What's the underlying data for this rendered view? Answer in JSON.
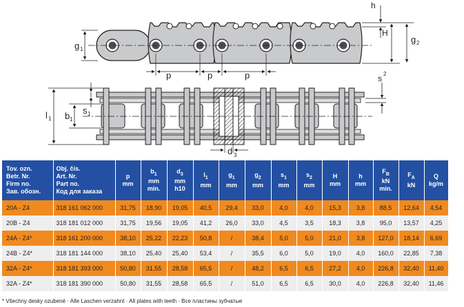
{
  "colors": {
    "header_bg": "#2350a3",
    "orange_row": "#f08a1f",
    "grey_row": "#eeeeef",
    "plate_fill": "#c9cacc",
    "dark_fill": "#4b4d50"
  },
  "diagram_labels": {
    "p": "p",
    "g1": "g",
    "g1_sub": "1",
    "g2": "g",
    "g2_sub": "2",
    "h": "h",
    "H": "H",
    "s2": "s",
    "s2_sub": "2",
    "l1": "l",
    "l1_sub": "1",
    "b1": "b",
    "b1_sub": "1",
    "s1": "s",
    "s1_sub": "1",
    "d3": "d",
    "d3_sub": "3"
  },
  "table": {
    "columns": [
      {
        "lines": [
          "Tov. ozn.",
          "Betr. Nr.",
          "Firm no.",
          "Зав. обозн."
        ]
      },
      {
        "lines": [
          "Obj. čís.",
          "Art. Nr.",
          "Part no.",
          "Код для заказа"
        ]
      },
      {
        "lines": [
          "p",
          "mm"
        ]
      },
      {
        "main": "b",
        "sub": "1",
        "lines": [
          "mm",
          "min."
        ]
      },
      {
        "main": "d",
        "sub": "3",
        "lines": [
          "mm",
          "h10"
        ]
      },
      {
        "main": "l",
        "sub": "1",
        "lines": [
          "mm"
        ]
      },
      {
        "main": "g",
        "sub": "1",
        "lines": [
          "mm"
        ]
      },
      {
        "main": "g",
        "sub": "2",
        "lines": [
          "mm"
        ]
      },
      {
        "main": "s",
        "sub": "1",
        "lines": [
          "mm"
        ]
      },
      {
        "main": "s",
        "sub": "2",
        "lines": [
          "mm"
        ]
      },
      {
        "lines": [
          "H",
          "mm"
        ]
      },
      {
        "lines": [
          "h",
          "mm"
        ]
      },
      {
        "main": "F",
        "sub": "B",
        "lines": [
          "kN",
          "min."
        ]
      },
      {
        "main": "F",
        "sub": "A",
        "lines": [
          "kN"
        ]
      },
      {
        "lines": [
          "Q",
          "kg/m"
        ]
      }
    ],
    "rows": [
      {
        "style": "orange",
        "cells": [
          "20A - Z4",
          "318 161 062 000",
          "31,75",
          "18,90",
          "19,05",
          "40,5",
          "29,4",
          "33,0",
          "4,0",
          "4,0",
          "15,3",
          "3,8",
          "88,5",
          "12,64",
          "4,54"
        ]
      },
      {
        "style": "grey",
        "cells": [
          "20B - Z4",
          "318 181 012 000",
          "31,75",
          "19,56",
          "19,05",
          "41,2",
          "26,0",
          "33,0",
          "4,5",
          "3,5",
          "18,3",
          "3,8",
          "95,0",
          "13,57",
          "4,25"
        ]
      },
      {
        "style": "orange",
        "cells": [
          "24A - Z4*",
          "318 161 200 000",
          "38,10",
          "25,22",
          "22,23",
          "50,8",
          "/",
          "38,4",
          "5,0",
          "5,0",
          "21,0",
          "3,8",
          "127,0",
          "18,14",
          "6,69"
        ]
      },
      {
        "style": "grey",
        "cells": [
          "24B - Z4*",
          "318 181 144 000",
          "38,10",
          "25,40",
          "25,40",
          "53,4",
          "/",
          "35,5",
          "6,0",
          "5,0",
          "19,0",
          "4,0",
          "160,0",
          "22,85",
          "7,38"
        ]
      },
      {
        "style": "orange",
        "cells": [
          "32A - Z4*",
          "318 181 393 000",
          "50,80",
          "31,55",
          "28,58",
          "65,5",
          "/",
          "48,2",
          "6,5",
          "6,5",
          "27,2",
          "4,0",
          "226,8",
          "32,40",
          "11,40"
        ]
      },
      {
        "style": "grey",
        "cells": [
          "32A - Z4*",
          "318 181 390 000",
          "50,80",
          "31,55",
          "28,58",
          "65,5",
          "/",
          "51,0",
          "6,5",
          "6,5",
          "30,0",
          "4,0",
          "226,8",
          "32,40",
          "11,46"
        ]
      }
    ]
  },
  "footnote": "*  Všechny desky ozubené · Alle Laschen verzahnt · All plates with teeth · Все пластины зубчатые"
}
